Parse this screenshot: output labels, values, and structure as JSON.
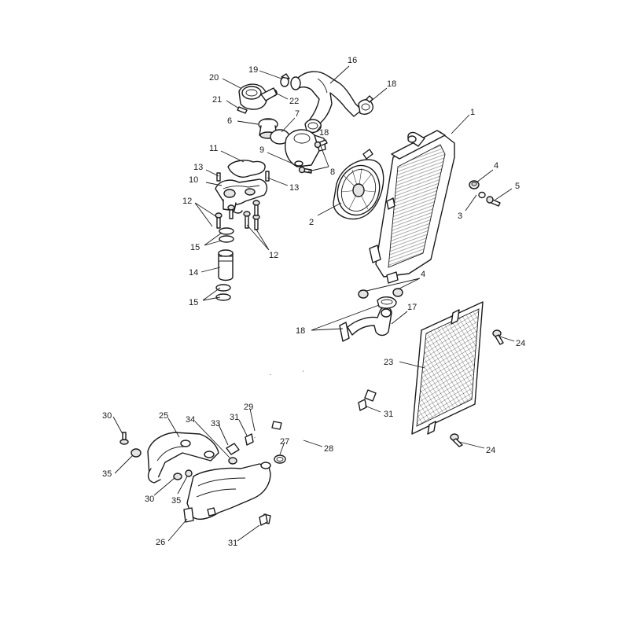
{
  "callouts": [
    {
      "id": "c1",
      "text": "1"
    },
    {
      "id": "c2",
      "text": "2"
    },
    {
      "id": "c3",
      "text": "3"
    },
    {
      "id": "c4a",
      "text": "4"
    },
    {
      "id": "c4b",
      "text": "4"
    },
    {
      "id": "c5",
      "text": "5"
    },
    {
      "id": "c6",
      "text": "6"
    },
    {
      "id": "c7",
      "text": "7"
    },
    {
      "id": "c8",
      "text": "8"
    },
    {
      "id": "c9",
      "text": "9"
    },
    {
      "id": "c10",
      "text": "10"
    },
    {
      "id": "c11",
      "text": "11"
    },
    {
      "id": "c12a",
      "text": "12"
    },
    {
      "id": "c12b",
      "text": "12"
    },
    {
      "id": "c13a",
      "text": "13"
    },
    {
      "id": "c13b",
      "text": "13"
    },
    {
      "id": "c14",
      "text": "14"
    },
    {
      "id": "c15a",
      "text": "15"
    },
    {
      "id": "c15b",
      "text": "15"
    },
    {
      "id": "c16",
      "text": "16"
    },
    {
      "id": "c17",
      "text": "17"
    },
    {
      "id": "c18a",
      "text": "18"
    },
    {
      "id": "c18b",
      "text": "18"
    },
    {
      "id": "c18c",
      "text": "18"
    },
    {
      "id": "c19",
      "text": "19"
    },
    {
      "id": "c20",
      "text": "20"
    },
    {
      "id": "c21",
      "text": "21"
    },
    {
      "id": "c22",
      "text": "22"
    },
    {
      "id": "c23",
      "text": "23"
    },
    {
      "id": "c24a",
      "text": "24"
    },
    {
      "id": "c24b",
      "text": "24"
    },
    {
      "id": "c25",
      "text": "25"
    },
    {
      "id": "c26",
      "text": "26"
    },
    {
      "id": "c27",
      "text": "27"
    },
    {
      "id": "c28",
      "text": "28"
    },
    {
      "id": "c29",
      "text": "29"
    },
    {
      "id": "c30a",
      "text": "30"
    },
    {
      "id": "c30b",
      "text": "30"
    },
    {
      "id": "c31a",
      "text": "31"
    },
    {
      "id": "c31b",
      "text": "31"
    },
    {
      "id": "c31c",
      "text": "31"
    },
    {
      "id": "c33",
      "text": "33"
    },
    {
      "id": "c34",
      "text": "34"
    },
    {
      "id": "c35a",
      "text": "35"
    },
    {
      "id": "c35b",
      "text": "35"
    }
  ]
}
